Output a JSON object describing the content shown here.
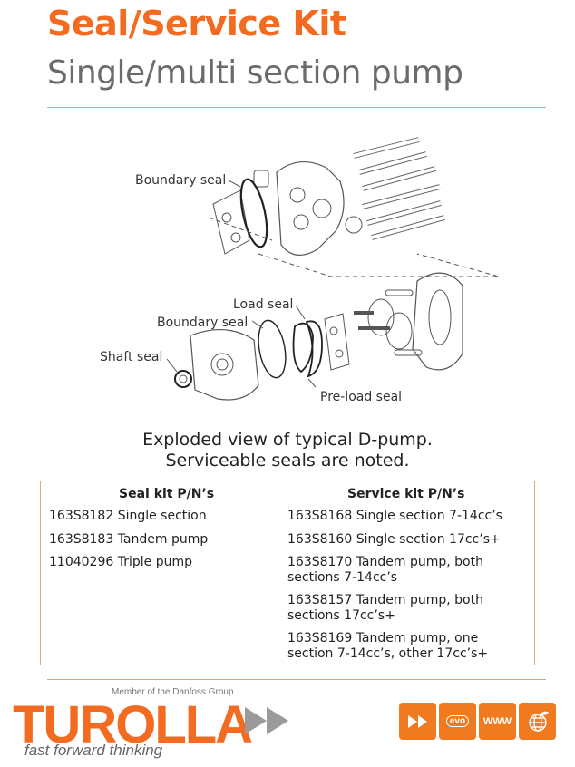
{
  "header": {
    "title": "Seal/Service Kit",
    "subtitle": "Single/multi section pump"
  },
  "diagram": {
    "labels": {
      "boundary_seal_top": "Boundary seal",
      "load_seal": "Load seal",
      "boundary_seal_lower": "Boundary seal",
      "shaft_seal": "Shaft seal",
      "preload_seal": "Pre-load seal"
    }
  },
  "caption": {
    "line1": "Exploded view of typical D-pump.",
    "line2": "Serviceable seals are noted."
  },
  "seal_kits": {
    "heading": "Seal kit P/N’s",
    "items": [
      "163S8182  Single section",
      "163S8183 Tandem pump",
      "11040296 Triple pump"
    ]
  },
  "service_kits": {
    "heading": "Service kit P/N’s",
    "items": [
      "163S8168 Single section 7-14cc’s",
      "163S8160 Single section 17cc’s+",
      "163S8170 Tandem pump, both sections 7-14cc’s",
      "163S8157 Tandem pump, both sections 17cc’s+",
      "163S8169 Tandem pump, one section 7-14cc’s, other 17cc’s+"
    ]
  },
  "footer": {
    "member": "Member of the Danfoss Group",
    "brand": "TUROLLA",
    "tagline": "fast forward thinking",
    "buttons": {
      "evo": "evo",
      "www": "WWW"
    }
  },
  "colors": {
    "accent": "#f26b21",
    "subtitle_gray": "#6b6b6b",
    "rule": "#e3a56e",
    "icon_orange": "#f07a1f"
  }
}
